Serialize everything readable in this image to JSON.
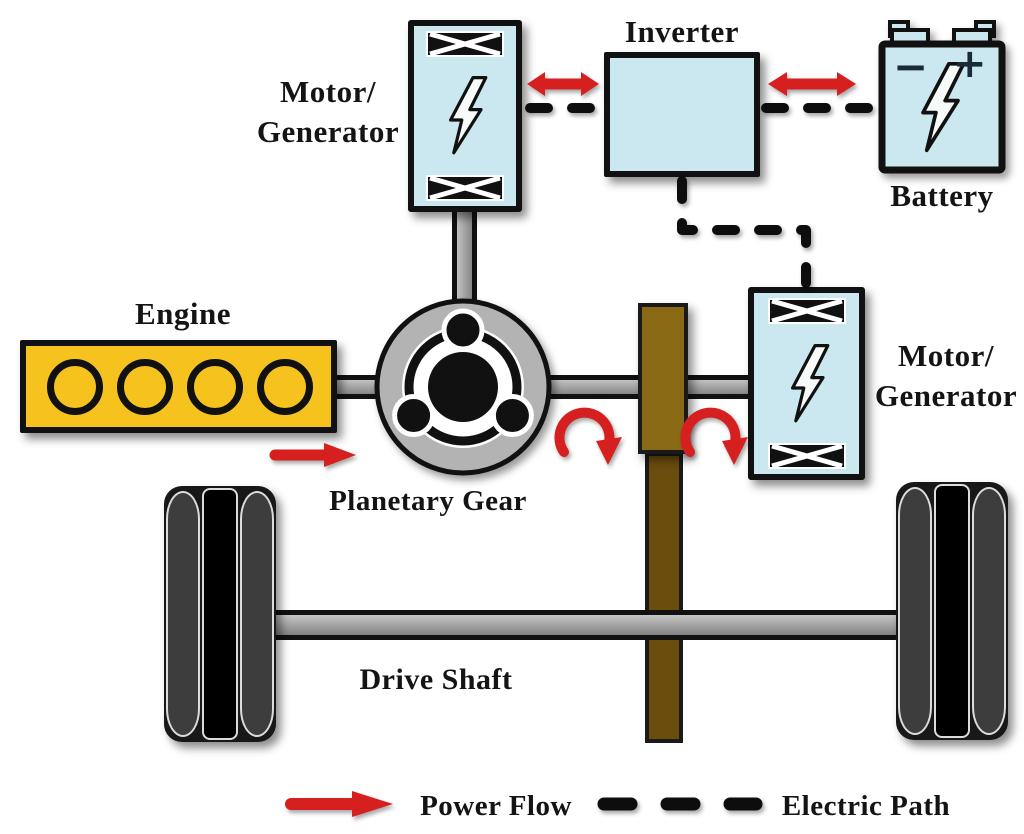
{
  "labels": {
    "engine": "Engine",
    "motor_generator": {
      "line1": "Motor/",
      "line2": "Generator"
    },
    "inverter": "Inverter",
    "battery": "Battery",
    "planetary_gear": "Planetary Gear",
    "drive_shaft": "Drive Shaft"
  },
  "battery_symbols": {
    "minus": "−",
    "plus": "+"
  },
  "legend": {
    "power_flow": "Power Flow",
    "electric_path": "Electric Path"
  },
  "icons": {
    "lightning_bolt": "lightning-bolt-icon",
    "stator_winding": "stator-winding-icon",
    "power_flow_arrow": "power-flow-arrow-icon",
    "bidirectional_arrow": "bidirectional-arrow-icon",
    "rotation_arrow": "rotation-arrow-icon",
    "electric_path_dash": "electric-path-dash-icon"
  },
  "colors": {
    "power_flow_red": "#d6201f",
    "component_blue": "#cbe8f0",
    "engine_yellow": "#f5c21e",
    "gear_brown_upper": "#8a6914",
    "gear_brown_lower": "#6b4d0e",
    "shaft_gray": "#9a9a9a",
    "planetary_gray": "#b3b3b3",
    "wheel_gray": "#3d3d3d",
    "outline_black": "#111111"
  }
}
